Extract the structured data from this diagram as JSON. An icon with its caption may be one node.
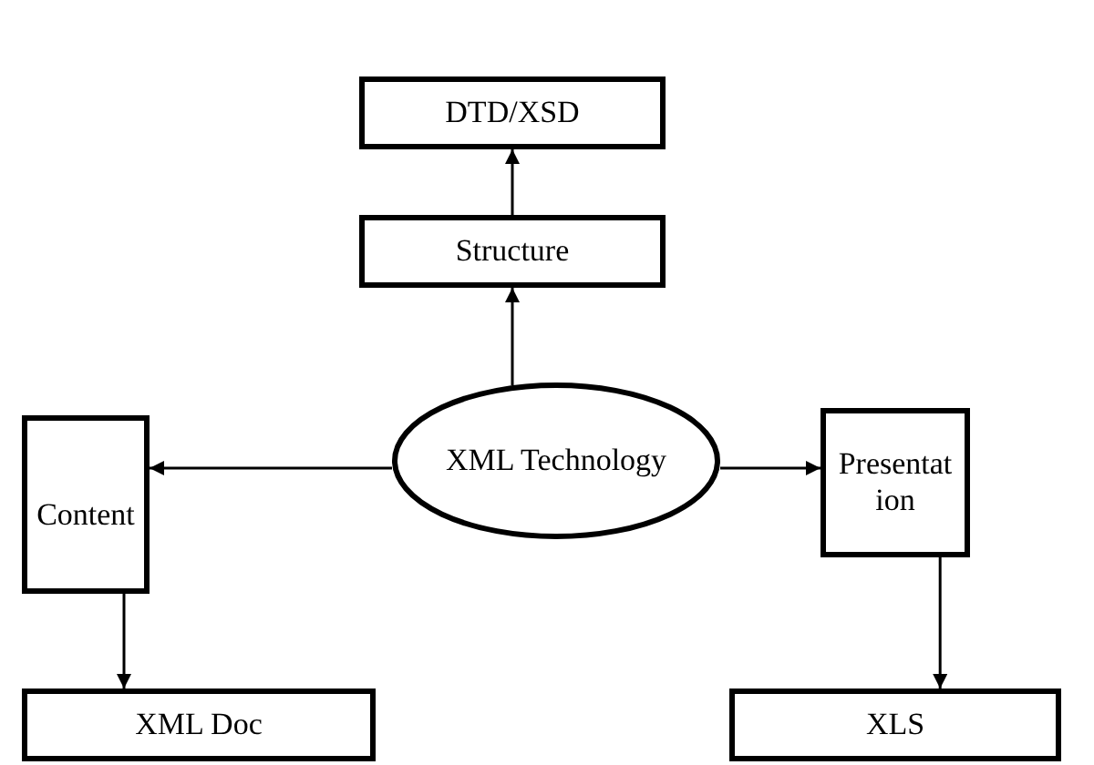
{
  "diagram": {
    "nodes": [
      {
        "text": [
          "DTD/XSD"
        ]
      },
      {
        "text": [
          "Structure"
        ]
      },
      {
        "text": [
          "XML Technology"
        ]
      },
      {
        "text": [
          "Content"
        ]
      },
      {
        "text": [
          "Presentation"
        ]
      },
      {
        "text": [
          "XML Doc"
        ]
      },
      {
        "text": [
          "XLS"
        ]
      }
    ],
    "edges": [
      {
        "from": 1,
        "to": 0,
        "arrow": "to"
      },
      {
        "from": 2,
        "to": 1,
        "arrow": "to"
      },
      {
        "from": 2,
        "to": 3,
        "arrow": "to"
      },
      {
        "from": 2,
        "to": 4,
        "arrow": "to"
      },
      {
        "from": 3,
        "to": 5,
        "arrow": "to"
      },
      {
        "from": 4,
        "to": 6,
        "arrow": "to"
      }
    ]
  }
}
